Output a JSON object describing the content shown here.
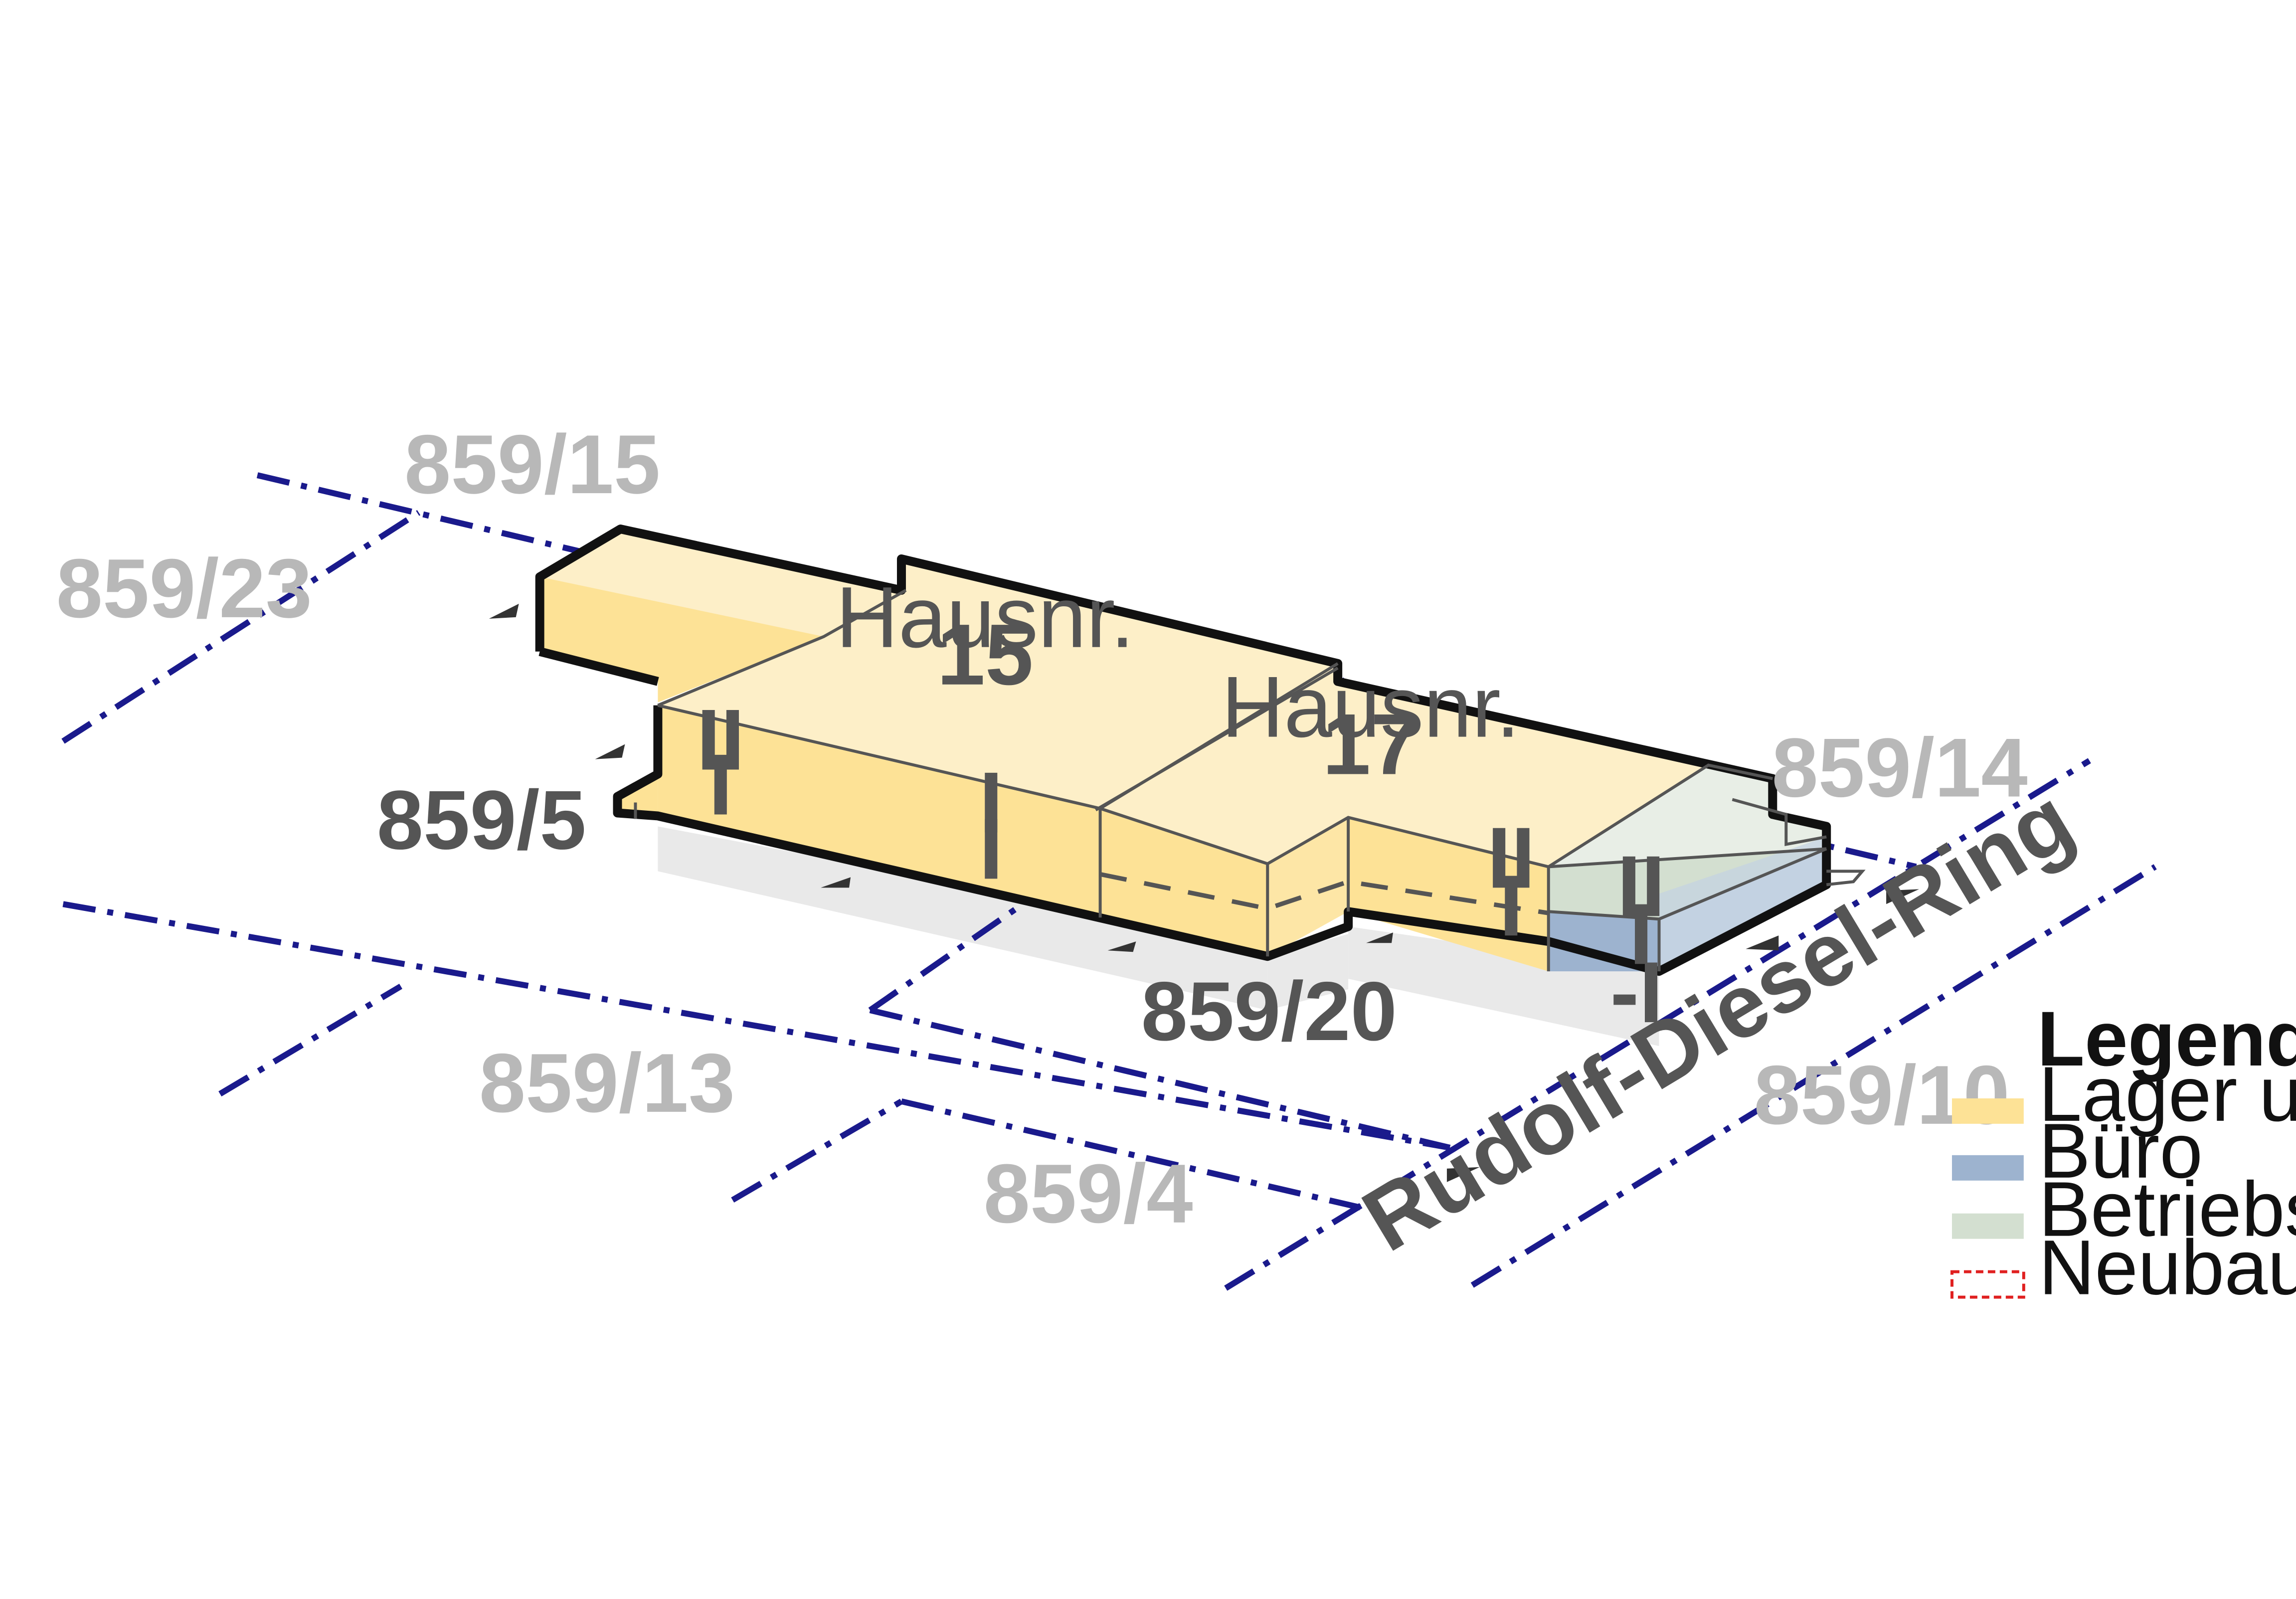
{
  "parcels": {
    "p15": "859/15",
    "p23": "859/23",
    "p5": "859/5",
    "p14": "859/14",
    "p20": "859/20",
    "p13": "859/13",
    "p10": "859/10",
    "p4": "859/4"
  },
  "buildings": {
    "b15": {
      "label": "Hausnr.",
      "number": "15"
    },
    "b17": {
      "label": "Hausnr.",
      "number": "17"
    }
  },
  "floors": {
    "b15_left_upper": "II",
    "b15_left_lower": "I",
    "b15_right_upper": "I",
    "b15_right_lower": "I",
    "b17_upper": "II",
    "b17_lower": "I",
    "office_upper": "II",
    "office_lower": "I",
    "basement": "-I"
  },
  "street": "Rudolf-Diesel-Ring",
  "legend": {
    "title": "Legende:",
    "items": [
      {
        "label": "Lager und Produktion",
        "color": "#fde296"
      },
      {
        "label": "Büro",
        "color": "#9db3cf"
      },
      {
        "label": "Betriebswohnung",
        "color": "#d3dfd0"
      },
      {
        "label": "Neubau",
        "color": "#e02020"
      }
    ]
  },
  "colors": {
    "roof": "#fdefc8",
    "wall": "#fde296",
    "office": "#9db3cf",
    "office_light": "#c3d2e2",
    "residence": "#d3dfd0",
    "residence_light": "#e8eee6",
    "shadow": "#e9e9e9",
    "plot_line": "#1a1a8c"
  }
}
